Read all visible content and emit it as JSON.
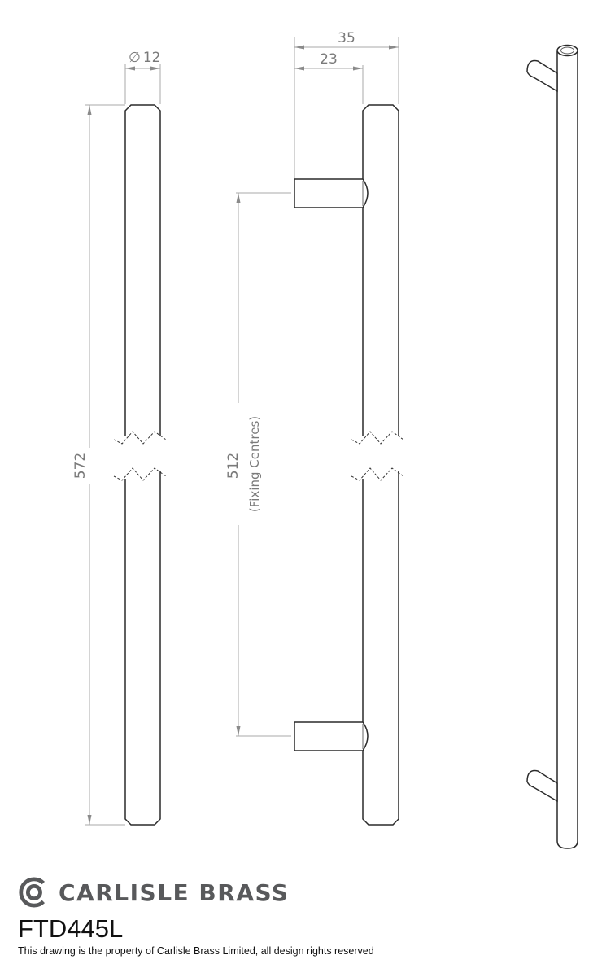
{
  "drawing": {
    "type": "technical-drawing",
    "subject": "T-bar pull handle",
    "views": [
      "front-view",
      "side-view",
      "isometric-view"
    ],
    "units": "mm"
  },
  "dimensions": {
    "diameter_symbol": "∅",
    "diameter_value": "12",
    "overall_projection": "35",
    "bar_offset": "23",
    "overall_length": "572",
    "fixing_centres_value": "512",
    "fixing_centres_label": "(Fixing Centres)"
  },
  "brand": {
    "name": "CARLISLE BRASS",
    "logo_icon": "carlisle-brass-c-logo",
    "color": "#58595b"
  },
  "product": {
    "code": "FTD445L"
  },
  "footer": {
    "copyright": "This drawing is the property of Carlisle Brass Limited, all design rights reserved"
  }
}
